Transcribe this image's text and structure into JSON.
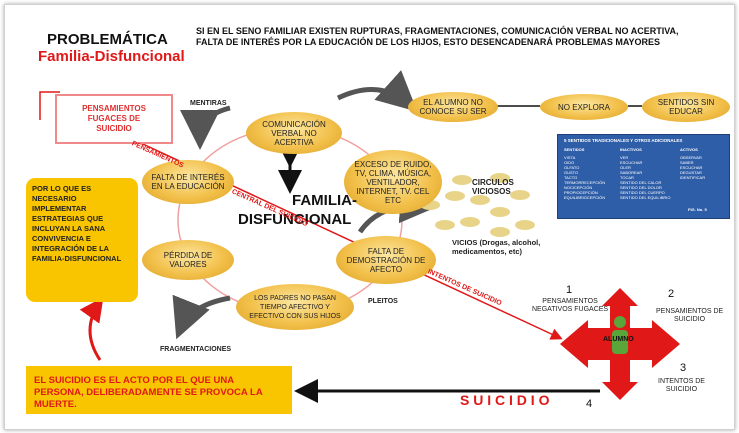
{
  "title": {
    "line1": "PROBLEMÁTICA",
    "line2": "Familia-Disfuncional"
  },
  "header_text": "SI EN EL SENO FAMILIAR EXISTEN RUPTURAS, FRAGMENTACIONES, COMUNICACIÓN VERBAL NO ACERTIVA,\nFALTA DE INTERÉS POR LA EDUCACIÓN DE LOS HIJOS, ESTO DESENCADENARÁ PROBLEMAS MAYORES",
  "pensamientos_box": "PENSAMIENTOS\nFUGACES DE\nSUICIDIO",
  "left_box": "POR LO QUE ES NECESARIO IMPLEMENTAR ESTRATEGIAS QUE INCLUYAN LA SANA CONVIVENCIA E INTEGRACIÓN DE LA FAMILIA-DISFUNCIONAL",
  "bottom_box": "EL SUICIDIO ES EL ACTO POR EL QUE UNA PERSONA, DELIBERADAMENTE SE PROVOCA LA MUERTE.",
  "center_label": {
    "line1": "FAMILIA-",
    "line2": "DISFUNCIONAL"
  },
  "cycle": {
    "comunicacion": "COMUNICACIÓN\nVERBAL NO\nACERTIVA",
    "exceso": "EXCESO DE RUIDO,\nTV, CLIMA, MÚSICA,\nVENTILADOR,\nINTERNET, TV. CEL\nETC",
    "falta_afecto": "FALTA DE\nDEMOSTRACIÓN DE\nAFECTO",
    "padres": "LOS PADRES NO PASAN\nTIEMPO AFECTIVO Y\nEFECTIVO CON SUS HIJOS",
    "perdida": "PÉRDIDA DE\nVALORES",
    "falta_interes": "FALTA DE INTERÉS\nEN LA EDUCACIÓN"
  },
  "labels": {
    "mentiras": "MENTIRAS",
    "pleitos": "PLEITOS",
    "fragmentaciones": "FRAGMENTACIONES",
    "circulos": "CIRCULOS\nVICIOSOS",
    "vicios": "VICIOS (Drogas, alcohol,\nmedicamentos, etc)",
    "pensamientos_diag": "PENSAMIENTOS",
    "central_diag": "CENTRAL DEL SUICIDIO",
    "intentos_diag": "INTENTOS DE SUICIDIO",
    "suicidio": "S U I C I D I O"
  },
  "flow": {
    "alumno": "EL ALUMNO NO\nCONOCE SU SER",
    "no_explora": "NO EXPLORA",
    "sentidos": "SENTIDOS SIN\nEDUCAR"
  },
  "table": {
    "title": "5 SENTIDOS TRADICIONALES Y OTROS ADICIONALES",
    "col1_head": "SENTIDOS",
    "col1": [
      "VISTA",
      "OIDO",
      "OLFATO",
      "GUSTO",
      "TACTO",
      "TERMORRECEPCIÓN",
      "NOCICEPCIÓN",
      "PROPIOCEPCIÓN",
      "EQUILIBRIOCEPCIÓN"
    ],
    "col2_head": "INACTIVOS",
    "col2": [
      "VER",
      "ESCUCHAR",
      "OLER",
      "SABOREAR",
      "TOCAR",
      "SENTIDO DEL CALOR",
      "SENTIDO DEL DOLOR",
      "SENTIDO DEL CUERPO",
      "SENTIDO DEL EQUILIBRIO"
    ],
    "col3_head": "ACTIVOS",
    "col3": [
      "OBSERVAR",
      "SABER",
      "ESCUCHAR",
      "DEGUSTAR",
      "IDENTIFICAR"
    ],
    "fig": "FIG. No. 5"
  },
  "cross": {
    "center": "ALUMNO",
    "n1": "1",
    "l1": "PENSAMIENTOS\nNEGATIVOS FUGACES",
    "n2": "2",
    "l2": "PENSAMIENTOS DE\nSUICIDIO",
    "n3": "3",
    "l3": "INTENTOS DE\nSUICIDIO",
    "n4": "4"
  }
}
